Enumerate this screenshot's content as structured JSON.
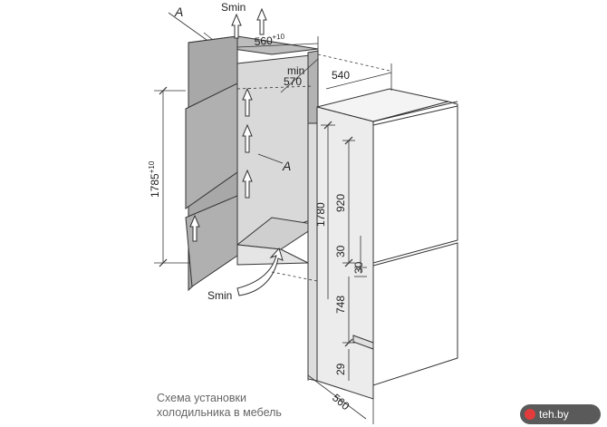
{
  "dimensions": {
    "section_a_top": "A",
    "section_a_side": "A",
    "smin_top": "Smin",
    "smin_bottom": "Smin",
    "niche_width": "560",
    "niche_width_tol": "+10",
    "min_depth_label": "min",
    "min_depth_value": "570",
    "depth_540": "540",
    "niche_height": "1785",
    "niche_height_tol": "+10",
    "fridge_height": "1780",
    "upper_door": "920",
    "gap_30a": "30",
    "gap_30b": "30",
    "lower_door": "748",
    "base_29": "29",
    "fridge_depth": "560"
  },
  "caption": {
    "line1": "Схема установки",
    "line2": "холодильника в мебель"
  },
  "watermark": "teh.by",
  "colors": {
    "cabinet_side": "#a8a8a8",
    "cabinet_inner": "#d9d9d9",
    "fridge_side": "#ececec",
    "fridge_front": "#ffffff",
    "line": "#333333"
  }
}
